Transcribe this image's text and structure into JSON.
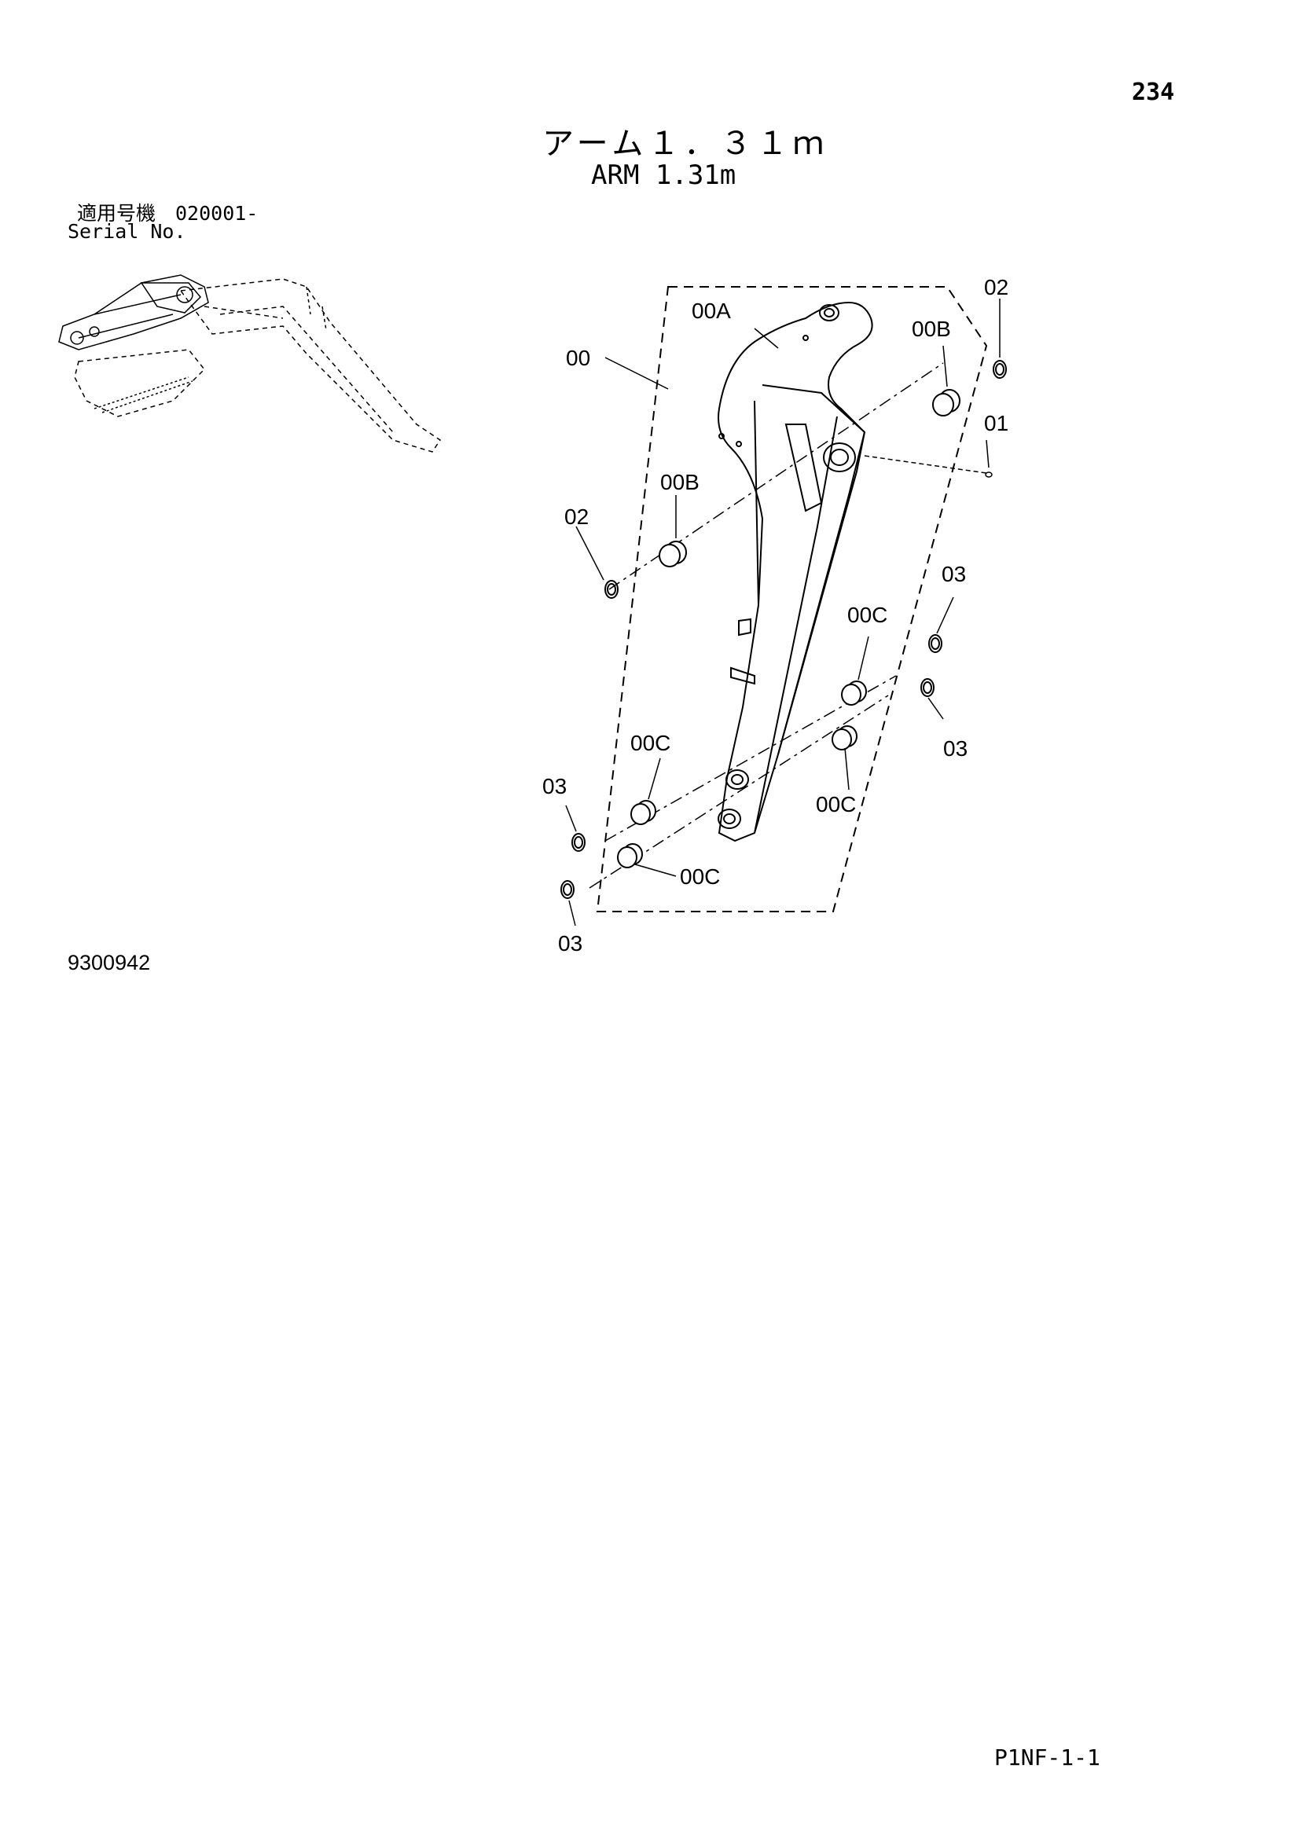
{
  "page_number": "234",
  "title": {
    "japanese": "アーム１．３１ｍ",
    "english": "ARM 1.31m"
  },
  "serial": {
    "japanese_label": "適用号機　020001-",
    "english_label": "Serial No."
  },
  "drawing_code": "9300942",
  "footer_code": "P1NF-1-1",
  "callouts": {
    "c00": "00",
    "c00A": "00A",
    "c00B_top": "00B",
    "c00B_left": "00B",
    "c02_top": "02",
    "c02_left": "02",
    "c01": "01",
    "c03_right_top": "03",
    "c03_right_mid": "03",
    "c03_left_mid": "03",
    "c03_bottom": "03",
    "c00C_right_top": "00C",
    "c00C_right_bottom": "00C",
    "c00C_left": "00C",
    "c00C_bottom": "00C"
  }
}
